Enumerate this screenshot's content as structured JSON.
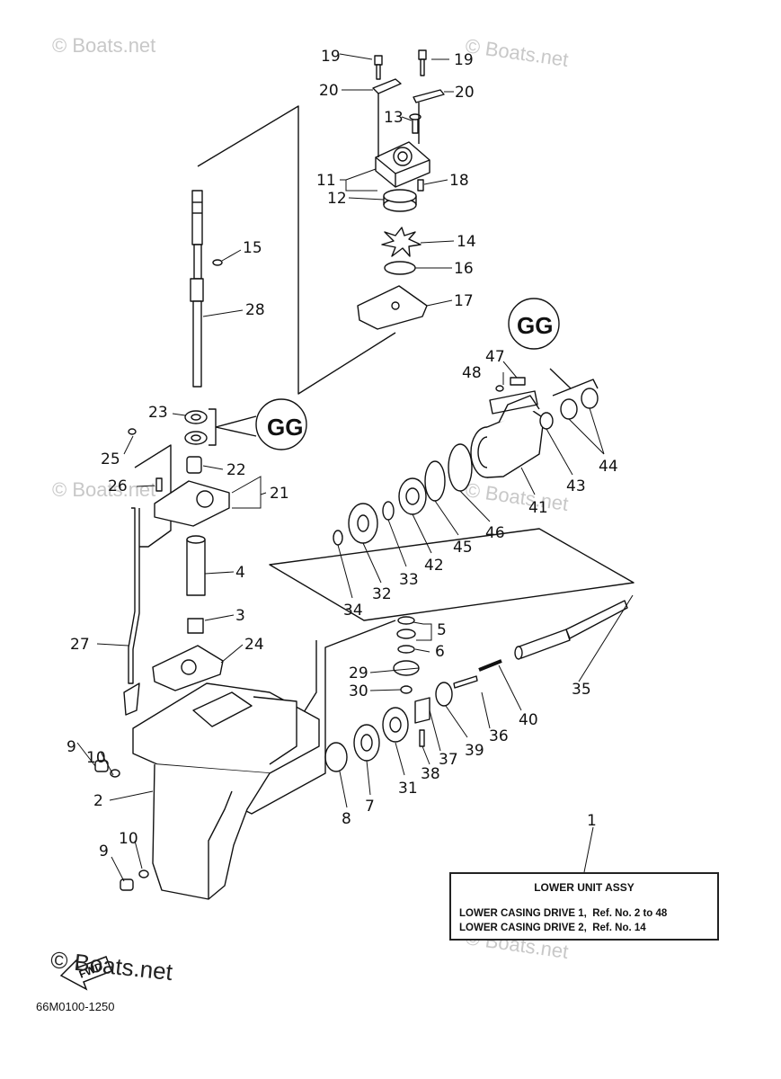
{
  "watermark": "© Boats.net",
  "footer_code": "66M0100-1250",
  "fwd_label": "FWD",
  "legend": {
    "title": "LOWER UNIT ASSY",
    "line1": "LOWER CASING DRIVE 1,  Ref. No. 2 to 48",
    "line2": "LOWER CASING DRIVE 2,  Ref. No. 14"
  },
  "callouts": {
    "c1": "1",
    "c2": "2",
    "c3": "3",
    "c4": "4",
    "c5": "5",
    "c6": "6",
    "c7": "7",
    "c8": "8",
    "c9a": "9",
    "c9b": "9",
    "c10a": "10",
    "c10b": "10",
    "c11": "11",
    "c12": "12",
    "c13": "13",
    "c14": "14",
    "c15": "15",
    "c16": "16",
    "c17": "17",
    "c18": "18",
    "c19a": "19",
    "c19b": "19",
    "c20a": "20",
    "c20b": "20",
    "c21": "21",
    "c22": "22",
    "c23": "23",
    "c24": "24",
    "c25": "25",
    "c26": "26",
    "c27": "27",
    "c28": "28",
    "c29": "29",
    "c30": "30",
    "c31": "31",
    "c32": "32",
    "c33": "33",
    "c34": "34",
    "c35": "35",
    "c36": "36",
    "c37": "37",
    "c38": "38",
    "c39": "39",
    "c40": "40",
    "c41": "41",
    "c42": "42",
    "c43": "43",
    "c44": "44",
    "c45": "45",
    "c46": "46",
    "c47": "47",
    "c48": "48"
  }
}
